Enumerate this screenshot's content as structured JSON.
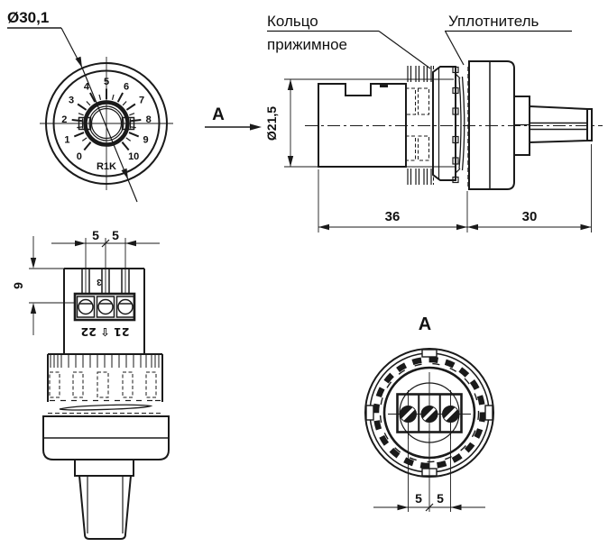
{
  "drawing": {
    "front_view": {
      "diameter_label": "Ø30,1",
      "dial_numbers": [
        "0",
        "1",
        "2",
        "3",
        "4",
        "5",
        "6",
        "7",
        "8",
        "9",
        "10"
      ],
      "resistance_label": "R1K"
    },
    "side_view": {
      "view_arrow_label": "A",
      "callout_ring_line1": "Кольцо",
      "callout_ring_line2": "прижимное",
      "callout_seal": "Уплотнитель",
      "diameter_label": "Ø21,5",
      "dim_body_length": "36",
      "dim_knob_length": "30"
    },
    "bottom_view": {
      "dim_pitch_left": "5",
      "dim_pitch_right": "5",
      "dim_depth": "9",
      "terminal_mid_label": "3",
      "terminal_row_label": "21 ⇧ 22"
    },
    "a_view": {
      "title": "A",
      "dim_pitch_left": "5",
      "dim_pitch_right": "5"
    },
    "colors": {
      "line": "#1a1a1a",
      "background": "#ffffff"
    }
  }
}
